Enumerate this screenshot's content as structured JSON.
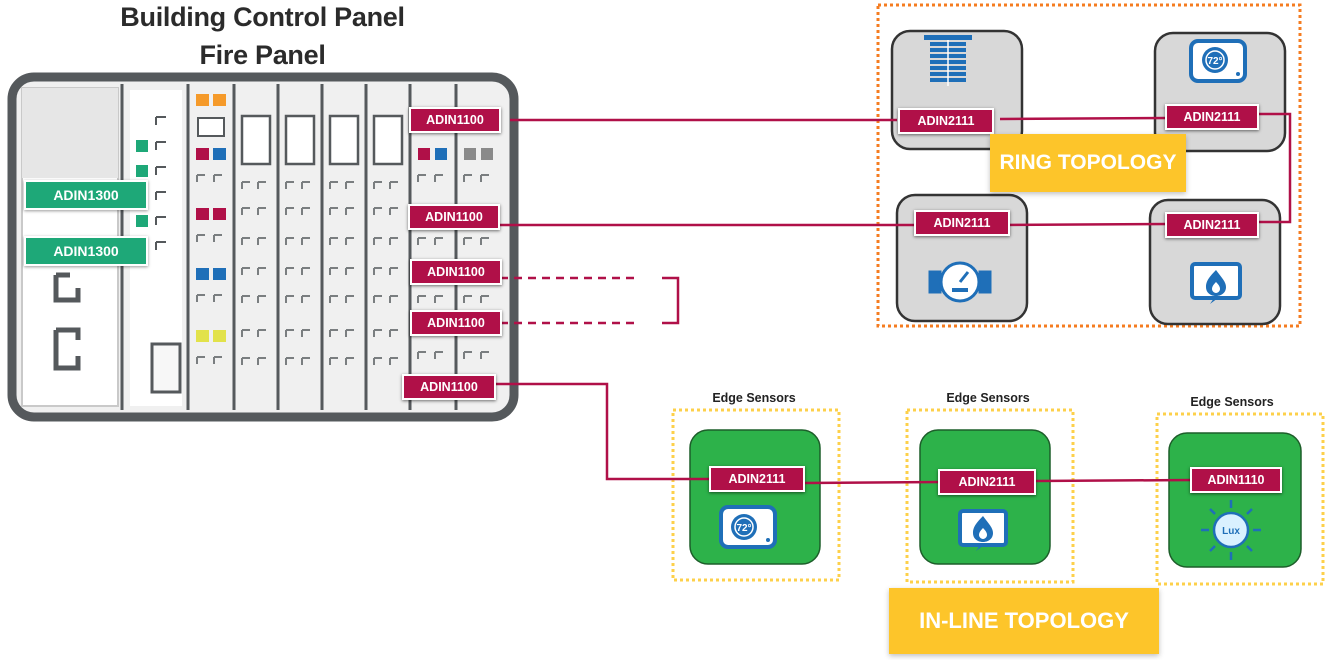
{
  "title": {
    "line1": "Building Control Panel",
    "line2": "Fire Panel"
  },
  "panel": {
    "left_chips": [
      "ADIN1300",
      "ADIN1300"
    ],
    "right_chips": [
      "ADIN1100",
      "ADIN1100",
      "ADIN1100",
      "ADIN1100",
      "ADIN1100"
    ]
  },
  "ring": {
    "label": "RING TOPOLOGY",
    "nodes": [
      {
        "chip": "ADIN2111",
        "icon": "window-blinds-icon"
      },
      {
        "chip": "ADIN2111",
        "icon": "thermostat-icon",
        "reading": "72°"
      },
      {
        "chip": "ADIN2111",
        "icon": "water-meter-icon"
      },
      {
        "chip": "ADIN2111",
        "icon": "flame-detector-icon"
      }
    ]
  },
  "inline": {
    "label": "IN-LINE TOPOLOGY",
    "nodes": [
      {
        "heading": "Edge Sensors",
        "chip": "ADIN2111",
        "icon": "thermostat-icon",
        "reading": "72°"
      },
      {
        "heading": "Edge Sensors",
        "chip": "ADIN2111",
        "icon": "flame-detector-icon"
      },
      {
        "heading": "Edge Sensors",
        "chip": "ADIN1110",
        "icon": "lux-sensor-icon",
        "reading": "Lux"
      }
    ]
  },
  "colors": {
    "link": "#b01048",
    "ring_border": "#f57c20",
    "inline_border": "#fdd04a",
    "sensor_green": "#2db24a",
    "ring_node_gray": "#d8d8d8",
    "topology_badge": "#fdc52a",
    "icon_blue": "#1f6fb8"
  }
}
